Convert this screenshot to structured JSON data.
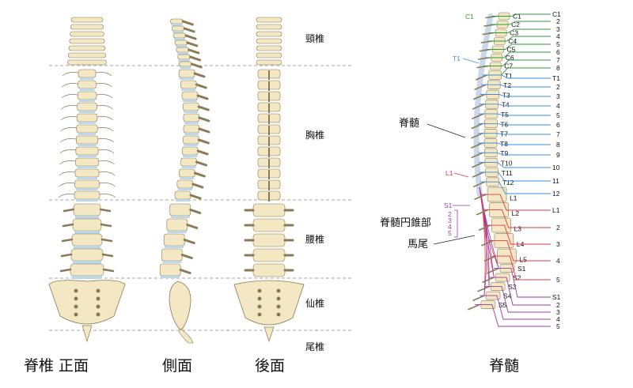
{
  "captions": {
    "front": "脊椎 正面",
    "side": "側面",
    "back": "後面",
    "cord": "脊髄"
  },
  "regions": [
    "頸椎",
    "胸椎",
    "腰椎",
    "仙椎",
    "尾椎"
  ],
  "cord_labels": {
    "spinal_cord": "脊髄",
    "conus": "脊髄円錐部",
    "cauda": "馬尾",
    "c1_marker": "C1",
    "t1_marker": "T1",
    "l1_marker": "L1",
    "s1_marker": "S1"
  },
  "conus_segments": [
    "2",
    "3",
    "4",
    "5"
  ],
  "vertebra_labels": [
    "C1",
    "C2",
    "C3",
    "C4",
    "C5",
    "C6",
    "C7",
    "T1",
    "T2",
    "T3",
    "T4",
    "T5",
    "T6",
    "T7",
    "T8",
    "T9",
    "T10",
    "T11",
    "T12",
    "L1",
    "L2",
    "L3",
    "L4",
    "L5",
    "S1",
    "S2",
    "S3",
    "S4",
    "S5"
  ],
  "nerve_labels": {
    "cervical": [
      "C1",
      "2",
      "3",
      "4",
      "5",
      "6",
      "7",
      "8"
    ],
    "thoracic": [
      "T1",
      "2",
      "3",
      "4",
      "5",
      "6",
      "7",
      "8",
      "9",
      "10",
      "11",
      "12"
    ],
    "lumbar": [
      "L1",
      "2",
      "3",
      "4",
      "5"
    ],
    "sacral": [
      "S1",
      "2",
      "3",
      "4",
      "5"
    ]
  },
  "colors": {
    "cervical": "#2e9a3e",
    "thoracic": "#3a8fd8",
    "lumbar": "#e0394a",
    "sacral": "#9a3aa8",
    "bone": "#f3e7c4",
    "bone_edge": "#8a7a55",
    "disc": "#bcd6ea"
  }
}
